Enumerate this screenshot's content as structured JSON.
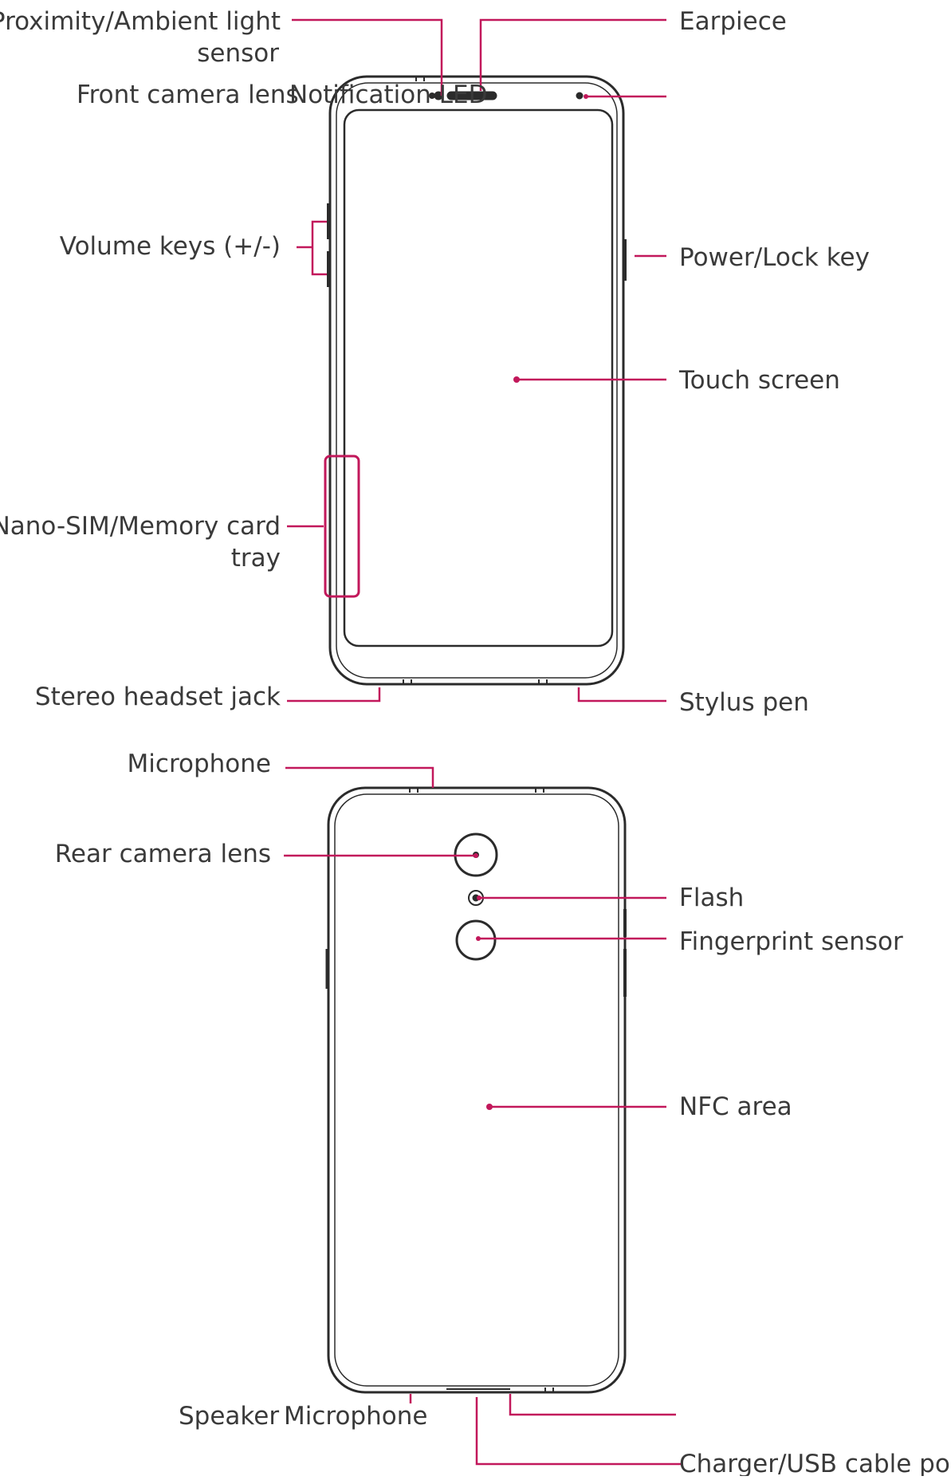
{
  "colors": {
    "callout": "#c2185b",
    "outline": "#2b2b2b",
    "label": "#3a3a3a",
    "background": "#ffffff"
  },
  "front_labels": {
    "proximity_sensor": [
      "Proximity/Ambient light",
      "sensor"
    ],
    "front_camera": "Front camera lens",
    "notification_led": "Notification LED",
    "earpiece": "Earpiece",
    "volume_keys": "Volume keys (+/-)",
    "power_key": "Power/Lock key",
    "touch_screen": "Touch screen",
    "sim_tray": [
      "Nano-SIM/Memory card",
      "tray"
    ],
    "headset_jack": "Stereo headset jack",
    "stylus_pen": "Stylus pen"
  },
  "back_labels": {
    "microphone_top": "Microphone",
    "rear_camera": "Rear camera lens",
    "flash": "Flash",
    "fingerprint": "Fingerprint sensor",
    "nfc": "NFC area",
    "speaker": "Speaker",
    "microphone_bottom": "Microphone",
    "usb_port": "Charger/USB cable port"
  }
}
